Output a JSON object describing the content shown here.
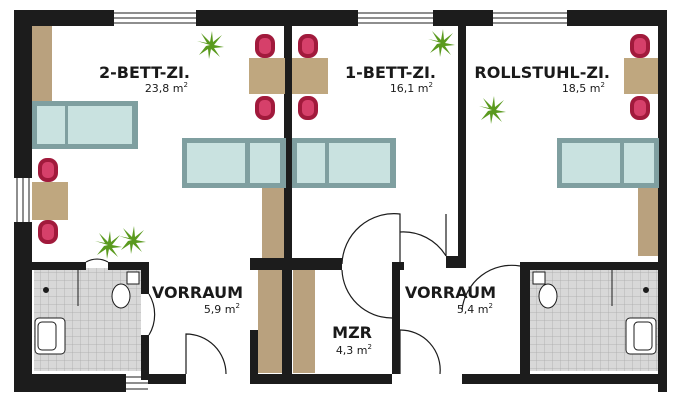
{
  "rooms": [
    {
      "name": "2-BETT-ZI.",
      "area": "23,8 m",
      "unit_sup": "2"
    },
    {
      "name": "1-BETT-ZI.",
      "area": "16,1 m",
      "unit_sup": "2"
    },
    {
      "name": "ROLLSTUHL-ZI.",
      "area": "18,5 m",
      "unit_sup": "2"
    },
    {
      "name": "VORRAUM",
      "area": "5,9 m",
      "unit_sup": "2"
    },
    {
      "name": "MZR",
      "area": "4,3 m",
      "unit_sup": "2"
    },
    {
      "name": "VORRAUM",
      "area": "5,4 m",
      "unit_sup": "2"
    }
  ],
  "colors": {
    "wall": "#1c1c1c",
    "floor": "#ffffff",
    "wardrobe": "#b9a17e",
    "bed_frame": "#7f9fa0",
    "bed_mattress": "#c9e2e0",
    "chair": "#a11a3c",
    "table": "#bfa77f",
    "plant": "#5a9a1e",
    "tile": "#d8d8d8",
    "tile_line": "#aaaaaa"
  }
}
